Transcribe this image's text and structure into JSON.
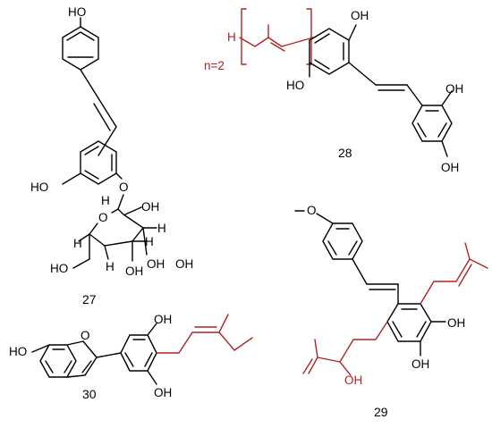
{
  "colors": {
    "bond": "#000000",
    "highlight": "#b22222",
    "background": "#ffffff"
  },
  "compounds": [
    {
      "number": "27",
      "labels": {
        "oh_top": "HO",
        "oh_left": "HO",
        "o_link": "O",
        "ring_o": "O",
        "h1": "H",
        "oh1": "OH",
        "h2": "H",
        "h3": "H",
        "oh3": "OH",
        "h4": "H",
        "oh4": "OH",
        "ho_ch2": "HO",
        "h5": "H",
        "oh5": "OH"
      }
    },
    {
      "number": "28",
      "labels": {
        "h_red": "H",
        "n_eq": "n=2",
        "oh_a": "OH",
        "ho_b": "HO",
        "oh_c": "OH",
        "oh_d": "OH"
      }
    },
    {
      "number": "29",
      "labels": {
        "methoxy_o": "O",
        "oh_a": "OH",
        "oh_b": "OH",
        "oh_red": "OH"
      }
    },
    {
      "number": "30",
      "labels": {
        "ho": "HO",
        "furan_o": "O",
        "oh_a": "OH",
        "oh_b": "OH"
      }
    }
  ]
}
